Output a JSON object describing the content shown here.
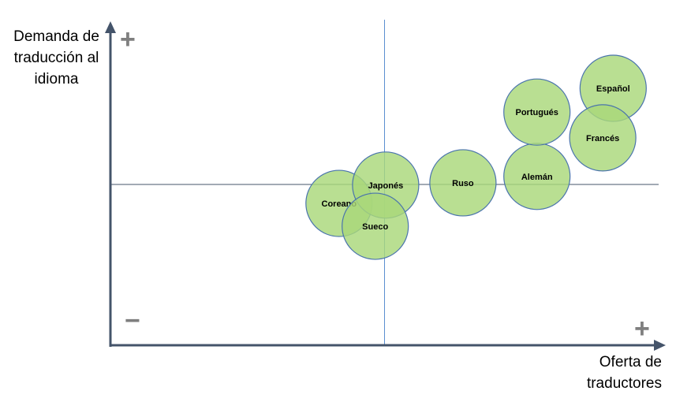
{
  "chart_data": {
    "type": "scatter",
    "title": "",
    "ylabel_lines": [
      "Demanda de",
      "traducción al",
      "idioma"
    ],
    "xlabel_lines": [
      "Oferta de",
      "traductores"
    ],
    "xlim": [
      0,
      100
    ],
    "ylim": [
      0,
      100
    ],
    "quadrant_lines": {
      "x": 50,
      "y": 50
    },
    "markers": {
      "top_plus": "+",
      "bottom_minus": "−",
      "right_plus": "+"
    },
    "colors": {
      "fill": "#a9d87a",
      "stroke": "#4a74ad",
      "axis": "#44546a",
      "quadrant": "#5b8fd0"
    },
    "points": [
      {
        "label": "Coreano",
        "x": 41.7,
        "y": 44.1
      },
      {
        "label": "Japonés",
        "x": 50.2,
        "y": 49.8
      },
      {
        "label": "Sueco",
        "x": 48.3,
        "y": 37.0
      },
      {
        "label": "Ruso",
        "x": 64.3,
        "y": 50.5
      },
      {
        "label": "Alemán",
        "x": 77.8,
        "y": 52.5
      },
      {
        "label": "Portugués",
        "x": 77.8,
        "y": 72.5
      },
      {
        "label": "Español",
        "x": 91.7,
        "y": 79.9
      },
      {
        "label": "Francés",
        "x": 89.8,
        "y": 64.5
      }
    ]
  }
}
